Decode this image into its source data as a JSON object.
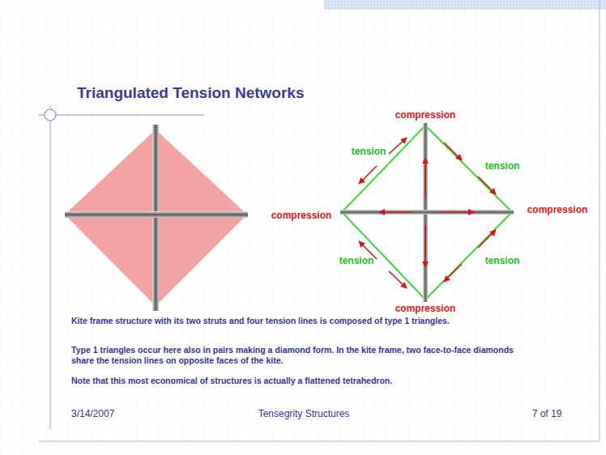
{
  "diagram": {
    "title": "Triangulated Tension Networks",
    "labels": [
      "compression",
      "tension",
      "tension",
      "compression",
      "compression",
      "tension",
      "tension",
      "compression",
      "Kite frame structure with its two struts and four tension lines is composed of type 1 triangles.",
      "Type 1 triangles occur here also in pairs making a diamond form. In the kite frame, two face-to-face diamonds share the tension lines on opposite faces of the kite.",
      "Note that this most economical of structures is actually a flattened tetrahedron.",
      "3/14/2007",
      "Tensegrity Structures",
      "7 of 19"
    ]
  }
}
